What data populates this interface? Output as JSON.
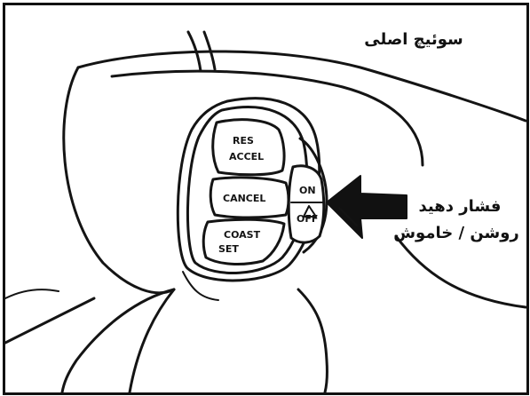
{
  "labels": {
    "main_switch": "سوئیچ اصلی",
    "press_line1": "فشار دهید",
    "press_line2": "روشن / خاموش"
  },
  "buttons": {
    "res_accel_line1": "RES",
    "res_accel_line2": "ACCEL",
    "cancel": "CANCEL",
    "coast_set_line1": "COAST",
    "coast_set_line2": "SET",
    "on": "ON",
    "off": "OFF"
  }
}
